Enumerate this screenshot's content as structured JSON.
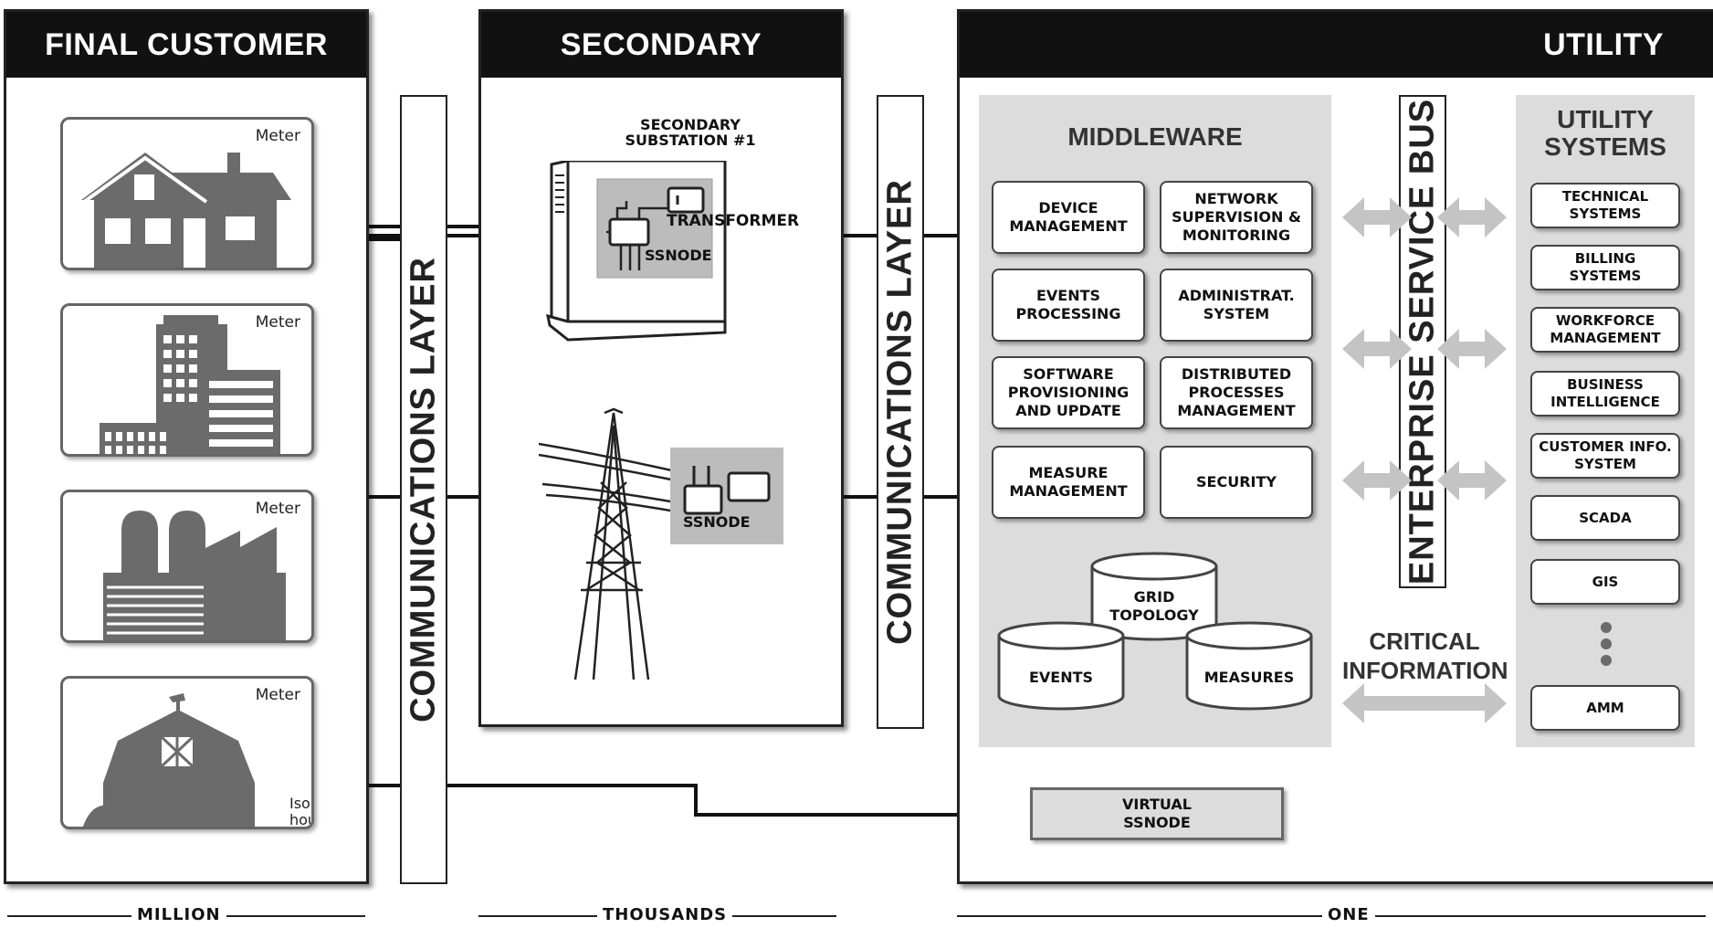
{
  "final_customer": {
    "title": "FINAL CUSTOMER",
    "tiles": [
      {
        "label": "Meter",
        "icon": "house-icon"
      },
      {
        "label": "Meter",
        "icon": "office-buildings-icon"
      },
      {
        "label": "Meter",
        "icon": "factory-icon"
      },
      {
        "label": "Meter",
        "icon": "barn-icon",
        "note": "Isolated\nhouse"
      }
    ]
  },
  "communications_layer_1": "COMMUNICATIONS LAYER",
  "secondary_substation": {
    "title": "SECONDARY SUBSTATION",
    "unit_title": "SECONDARY\nSUBSTATION #1",
    "transformer_label": "TRANSFORMER",
    "ssnode_label_1": "SSNODE",
    "ssnode_label_2": "SSNODE"
  },
  "communications_layer_2": "COMMUNICATIONS LAYER",
  "utility": {
    "title": "UTILITY",
    "middleware": {
      "title": "MIDDLEWARE",
      "modules": [
        "DEVICE\nMANAGEMENT",
        "NETWORK\nSUPERVISION &\nMONITORING",
        "EVENTS\nPROCESSING",
        "ADMINISTRAT.\nSYSTEM",
        "SOFTWARE\nPROVISIONING\nAND UPDATE",
        "DISTRIBUTED\nPROCESSES\nMANAGEMENT",
        "MEASURE\nMANAGEMENT",
        "SECURITY"
      ],
      "databases": [
        "GRID\nTOPOLOGY",
        "EVENTS",
        "MEASURES"
      ]
    },
    "esb": "ENTERPRISE SERVICE BUS",
    "critical_information": "CRITICAL\nINFORMATION",
    "utility_systems": {
      "title": "UTILITY\nSYSTEMS",
      "items": [
        "TECHNICAL\nSYSTEMS",
        "BILLING\nSYSTEMS",
        "WORKFORCE\nMANAGEMENT",
        "BUSINESS\nINTELLIGENCE",
        "CUSTOMER INFO.\nSYSTEM",
        "SCADA",
        "GIS",
        "AMM"
      ]
    },
    "virtual_ssnode": "VIRTUAL\nSSNODE"
  },
  "scale": {
    "left": "MILLION",
    "middle": "THOUSANDS",
    "right": "ONE"
  },
  "colors": {
    "header": "#111111",
    "panel_gray": "#dcdcdc",
    "icon_gray": "#6b6b6b",
    "arrow_gray": "#c4c4c4"
  }
}
